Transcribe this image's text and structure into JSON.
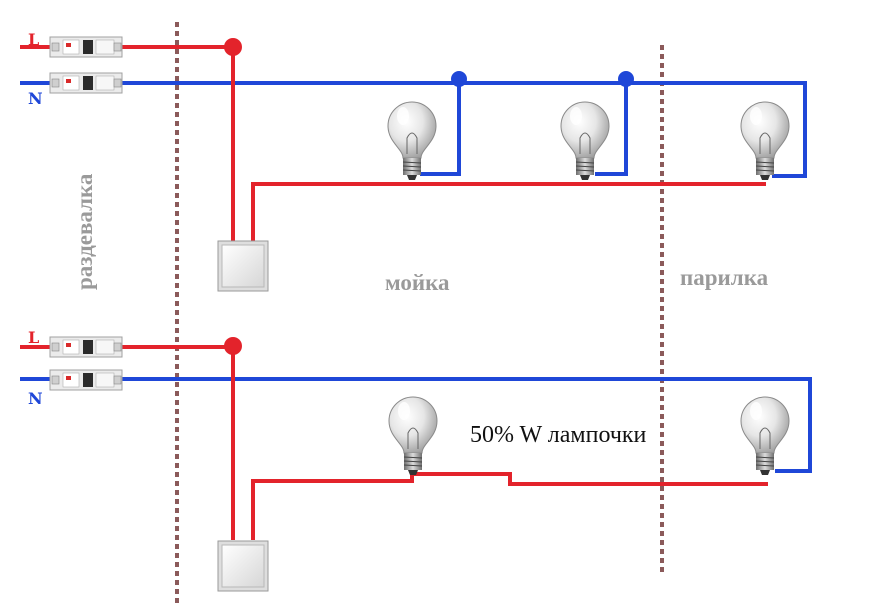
{
  "labels": {
    "phase": "L",
    "neutral": "N",
    "note": "50% W лампочки"
  },
  "rooms": {
    "dressing": "раздевалка",
    "wash": "мойка",
    "steam": "парилка"
  },
  "colors": {
    "phase_wire": "#e3232b",
    "neutral_wire": "#1f47d8",
    "room_label": "#9a9a9a",
    "partition": "#8b5a5a"
  },
  "icons": {
    "breaker": "circuit-breaker-icon",
    "bulb": "light-bulb-icon",
    "switch": "wall-switch-icon"
  }
}
